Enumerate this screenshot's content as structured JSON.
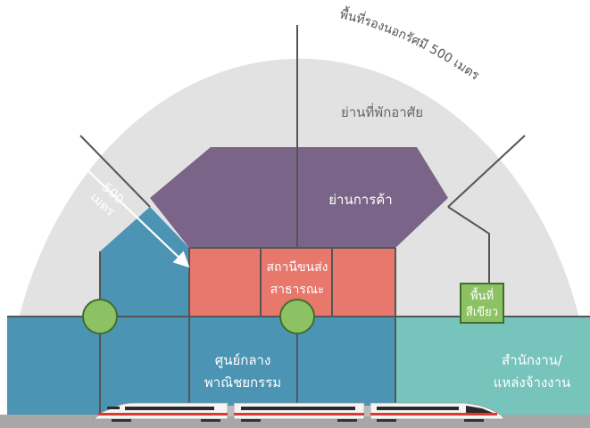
{
  "labels": {
    "outer_zone": "พื้นที่รองนอกรัศมี 500 เมตร",
    "residential": "ย่านที่พักอาศัย",
    "commercial": "ย่านการค้า",
    "station_line1": "สถานีขนส่ง",
    "station_line2": "สาธารณะ",
    "center_line1": "ศูนย์กลาง",
    "center_line2": "พาณิชยกรรม",
    "office_line1": "สำนักงาน/",
    "office_line2": "แหล่งจ้างงาน",
    "green_line1": "พื้นที่",
    "green_line2": "สีเขียว",
    "radius_value": "500",
    "radius_unit": "เมตร"
  },
  "colors": {
    "background": "#ffffff",
    "outer_zone": "#e2e2e2",
    "grid_lines": "#555555",
    "residential_text": "#666666",
    "commercial": "#7a6488",
    "station": "#e8776c",
    "commercial_center": "#4b94b4",
    "office": "#77c4bd",
    "green_space": "#8dc264",
    "green_border": "#3f6e2e",
    "ground": "#a7a7a7",
    "train_body": "#f4f4f4",
    "train_stripe": "#d93a32",
    "train_window": "#2a2a2a",
    "arrow": "#ffffff"
  }
}
